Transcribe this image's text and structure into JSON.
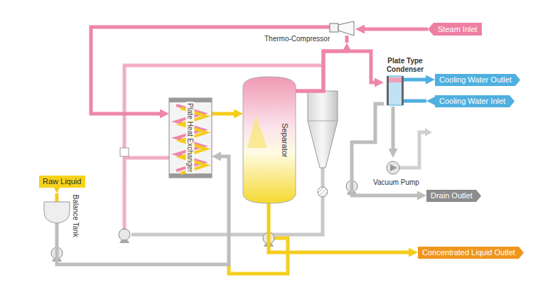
{
  "diagram": {
    "nodes": [
      {
        "text": [
          "Steam Inlet"
        ]
      },
      {
        "text": [
          "Thermo-Compressor"
        ]
      },
      {
        "text": [
          "Plate Type Condenser"
        ]
      },
      {
        "text": [
          "Cooling Water Outlet"
        ]
      },
      {
        "text": [
          "Cooling Water Inlet"
        ]
      },
      {
        "text": [
          "Plate Heat Exchanger"
        ]
      },
      {
        "text": [
          "Separator"
        ]
      },
      {
        "text": [
          "Vacuum Pump"
        ]
      },
      {
        "text": [
          "Raw Liquid"
        ]
      },
      {
        "text": [
          "Balance Tank"
        ]
      },
      {
        "text": [
          "Drain Outlet"
        ]
      },
      {
        "text": [
          "Concentrated Liquid Outlet"
        ]
      }
    ],
    "edges": [
      {
        "from": 0,
        "to": 1,
        "arrow": "to"
      },
      {
        "from": 1,
        "to": 5,
        "arrow": "to"
      },
      {
        "from": 5,
        "to": 6,
        "arrow": "to"
      },
      {
        "from": 6,
        "to": 1,
        "arrow": "to"
      },
      {
        "from": 6,
        "to": 2,
        "arrow": "to"
      },
      {
        "from": 4,
        "to": 2,
        "arrow": "to"
      },
      {
        "from": 2,
        "to": 3,
        "arrow": "to"
      },
      {
        "from": 2,
        "to": 7,
        "arrow": "to"
      },
      {
        "from": 2,
        "to": 10,
        "arrow": "to"
      },
      {
        "from": 8,
        "to": 9,
        "arrow": "to"
      },
      {
        "from": 9,
        "to": 5,
        "arrow": "to"
      },
      {
        "from": 6,
        "to": 11,
        "arrow": "to"
      }
    ]
  }
}
